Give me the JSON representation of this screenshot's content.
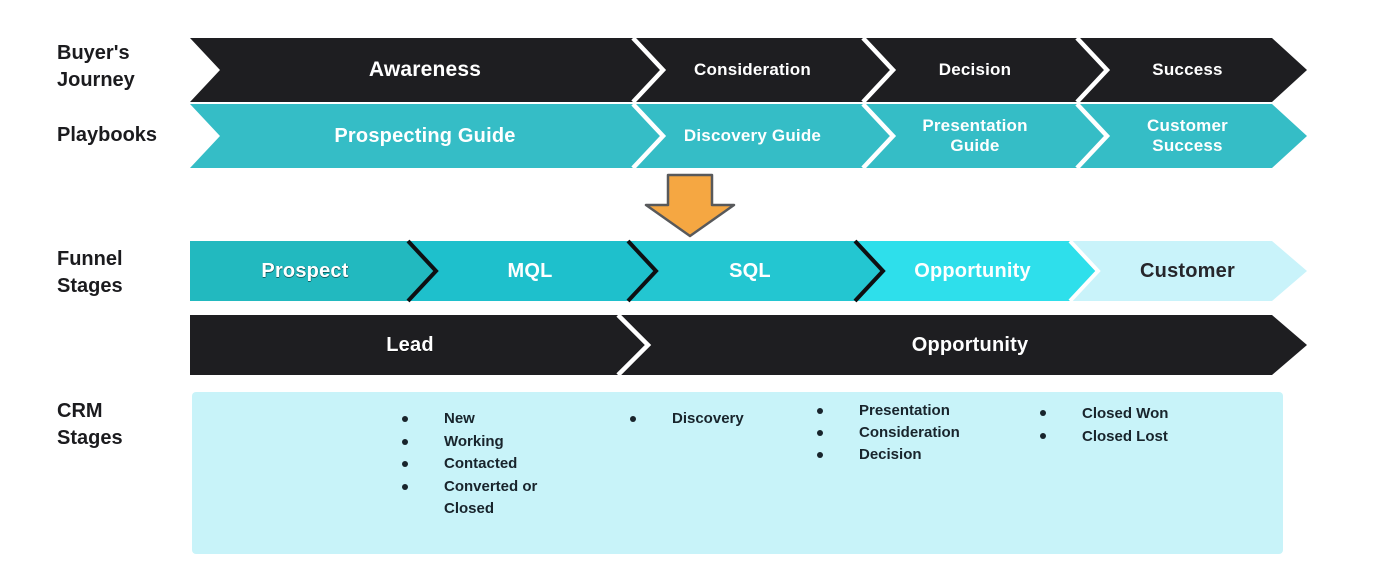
{
  "side_labels": {
    "buyers_journey": "Buyer's\nJourney",
    "playbooks": "Playbooks",
    "funnel_stages": "Funnel\nStages",
    "crm_stages": "CRM\nStages"
  },
  "journey": {
    "stages": [
      "Awareness",
      "Consideration",
      "Decision",
      "Success"
    ]
  },
  "playbooks": {
    "stages": [
      "Prospecting Guide",
      "Discovery Guide",
      "Presentation\nGuide",
      "Customer\nSuccess"
    ]
  },
  "funnel": {
    "stages": [
      "Prospect",
      "MQL",
      "SQL",
      "Opportunity",
      "Customer"
    ]
  },
  "pipeline": {
    "stages": [
      "Lead",
      "Opportunity"
    ]
  },
  "crm": {
    "lead_statuses": [
      "New",
      "Working",
      "Contacted",
      "Converted or Closed"
    ],
    "discovery_statuses": [
      "Discovery"
    ],
    "opportunity_statuses": [
      "Presentation",
      "Consideration",
      "Decision"
    ],
    "closed_statuses": [
      "Closed Won",
      "Closed Lost"
    ]
  },
  "icons": {
    "down_arrow": "⬇"
  },
  "colors": {
    "dark_band": "#1e1e21",
    "playbooks_band": "#35bdc6",
    "funnel_prospect": "#22b9bf",
    "funnel_mql": "#1ec0cc",
    "funnel_sql": "#23c6d1",
    "funnel_opportunity": "#2edfeb",
    "funnel_customer": "#c9f3fa",
    "crm_box": "#c8f3f9",
    "orange_arrow": "#f5a742",
    "separator_white": "#ffffff",
    "separator_black": "#0e0f12",
    "text_light": "#ffffff",
    "text_dark": "#18242c"
  }
}
